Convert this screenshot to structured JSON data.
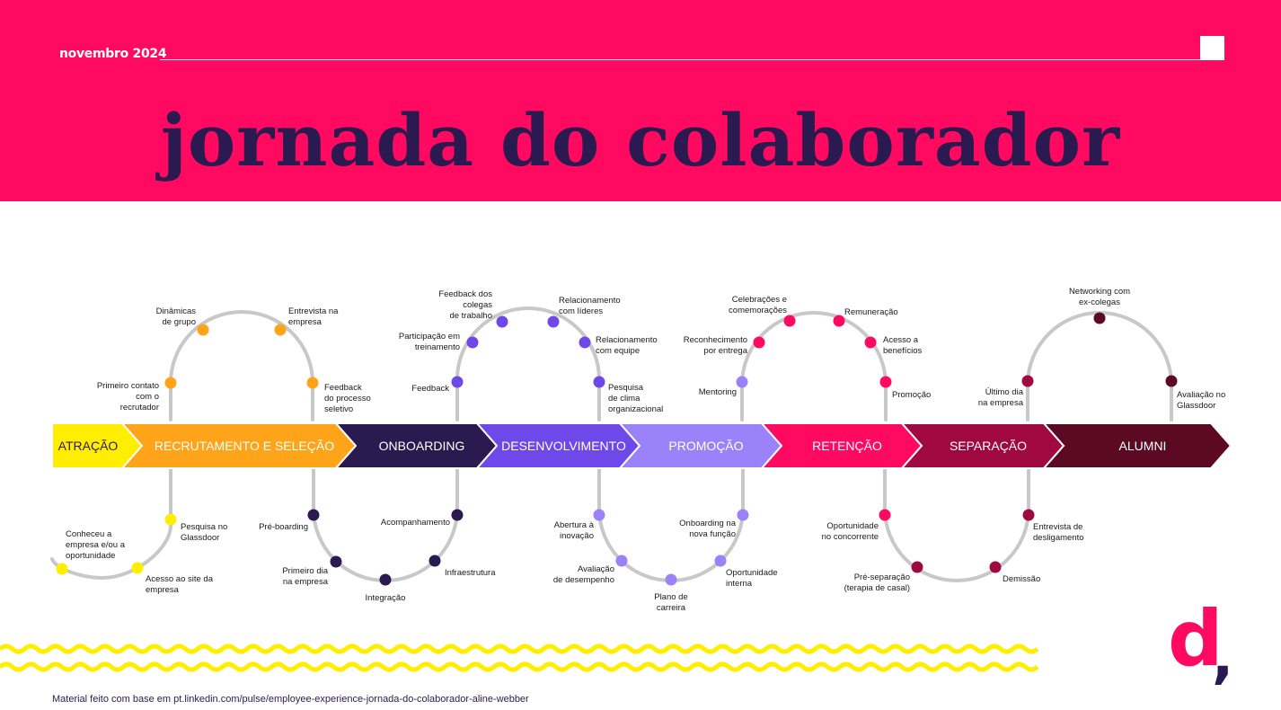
{
  "header": {
    "date": "novembro 2024",
    "title": "jornada do colaborador"
  },
  "colors": {
    "brand_pink": "#ff0a60",
    "navy": "#2b1a4f",
    "track_gray": "#c8c8c8",
    "wave_yellow": "#ffee00"
  },
  "stages": [
    {
      "label": "ATRAÇÃO",
      "color": "#ffee00",
      "text_color": "#2b1a4f"
    },
    {
      "label": "RECRUTAMENTO E SELEÇÃO",
      "color": "#ffa419",
      "text_color": "#ffffff"
    },
    {
      "label": "ONBOARDING",
      "color": "#2b1a4f",
      "text_color": "#ffffff"
    },
    {
      "label": "DESENVOLVIMENTO",
      "color": "#6f48ea",
      "text_color": "#ffffff"
    },
    {
      "label": "PROMOÇÃO",
      "color": "#9a82fb",
      "text_color": "#ffffff"
    },
    {
      "label": "RETENÇÃO",
      "color": "#ff0a60",
      "text_color": "#ffffff"
    },
    {
      "label": "SEPARAÇÃO",
      "color": "#a0093f",
      "text_color": "#ffffff"
    },
    {
      "label": "ALUMNI",
      "color": "#5c0a24",
      "text_color": "#ffffff"
    }
  ],
  "touchpoints": {
    "atracao": [
      "Conheceu a empresa e/ou a oportunidade",
      "Acesso ao site da empresa",
      "Pesquisa no Glassdoor"
    ],
    "recrutamento": [
      "Primeiro contato com o recrutador",
      "Dinâmicas de grupo",
      "Entrevista na empresa",
      "Feedback do processo seletivo"
    ],
    "onboarding": [
      "Pré-boarding",
      "Primeiro dia na empresa",
      "Integração",
      "Infraestrutura",
      "Acompanhamento"
    ],
    "desenvolvimento_top": [
      "Feedback",
      "Participação em treinamento",
      "Feedback dos colegas de trabalho",
      "Relacionamento com líderes",
      "Relacionamento com equipe",
      "Pesquisa de clima organizacional"
    ],
    "desenvolvimento_bottom": [
      "Abertura à inovação",
      "Avaliação de desempenho",
      "Plano de carreira",
      "Oportunidade interna",
      "Onboarding na nova função"
    ],
    "promocao": [
      "Mentoring",
      "Reconhecimento por entrega",
      "Celebrações e comemorações",
      "Remuneração",
      "Acesso a benefícios",
      "Promoção"
    ],
    "retencao": [
      "Oportunidade no concorrente",
      "Pré-separação (terapia de casal)",
      "Demissão",
      "Entrevista de desligamento"
    ],
    "alumni": [
      "Último dia na empresa",
      "Networking com ex-colegas",
      "Avaliação no Glassdoor"
    ]
  },
  "footer": {
    "source": "Material feito com base em pt.linkedin.com/pulse/employee-experience-jornada-do-colaborador-aline-webber",
    "logo_letter": "d",
    "logo_mark": ","
  }
}
